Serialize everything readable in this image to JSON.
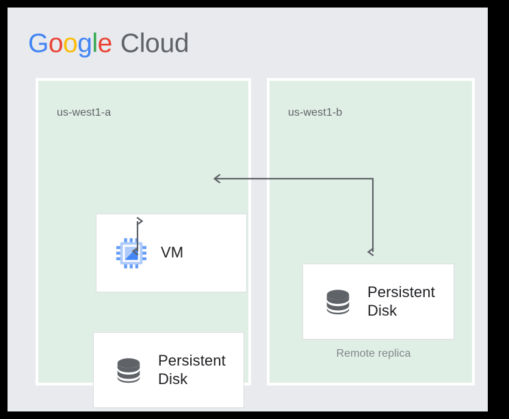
{
  "brand": {
    "logo_text": "Google Cloud",
    "logo_letters": [
      "G",
      "o",
      "o",
      "g",
      "l",
      "e"
    ],
    "logo_word_2": "Cloud",
    "colors": {
      "blue": "#4285F4",
      "red": "#EA4335",
      "yellow": "#FBBC05",
      "green": "#34A853",
      "grey_text": "#5F6368"
    }
  },
  "canvas": {
    "background": "#E8EAED",
    "zone_fill": "#E0EFE6",
    "zone_border": "#FFFFFF",
    "card_fill": "#FFFFFF",
    "card_border": "#DADCE0",
    "connector_color": "#5F6368"
  },
  "zones": [
    {
      "id": "us-west1-a",
      "label": "us-west1-a",
      "components": [
        {
          "id": "vm",
          "label": "VM",
          "icon": "cpu-chip-icon",
          "icon_colors": {
            "body": "#AECBFA",
            "accent": "#4285F4",
            "inner": "#FFFFFF"
          }
        },
        {
          "id": "persistent-disk-primary",
          "label": "Persistent Disk",
          "label_lines": [
            "Persistent",
            "Disk"
          ],
          "icon": "database-disk-icon",
          "icon_colors": {
            "fill": "#5F6368"
          }
        }
      ]
    },
    {
      "id": "us-west1-b",
      "label": "us-west1-b",
      "components": [
        {
          "id": "persistent-disk-replica",
          "label": "Persistent Disk",
          "label_lines": [
            "Persistent",
            "Disk"
          ],
          "icon": "database-disk-icon",
          "icon_colors": {
            "fill": "#5F6368"
          },
          "caption": "Remote replica"
        }
      ]
    }
  ],
  "connectors": [
    {
      "id": "vm-to-disk-primary",
      "from": "vm",
      "to": "persistent-disk-primary",
      "style": "double-headed-vertical-arrow",
      "arrowheads": "both"
    },
    {
      "id": "vm-to-disk-replica",
      "from": "vm",
      "to": "persistent-disk-replica",
      "style": "elbow-arrow",
      "arrowheads": "both-ends"
    }
  ]
}
